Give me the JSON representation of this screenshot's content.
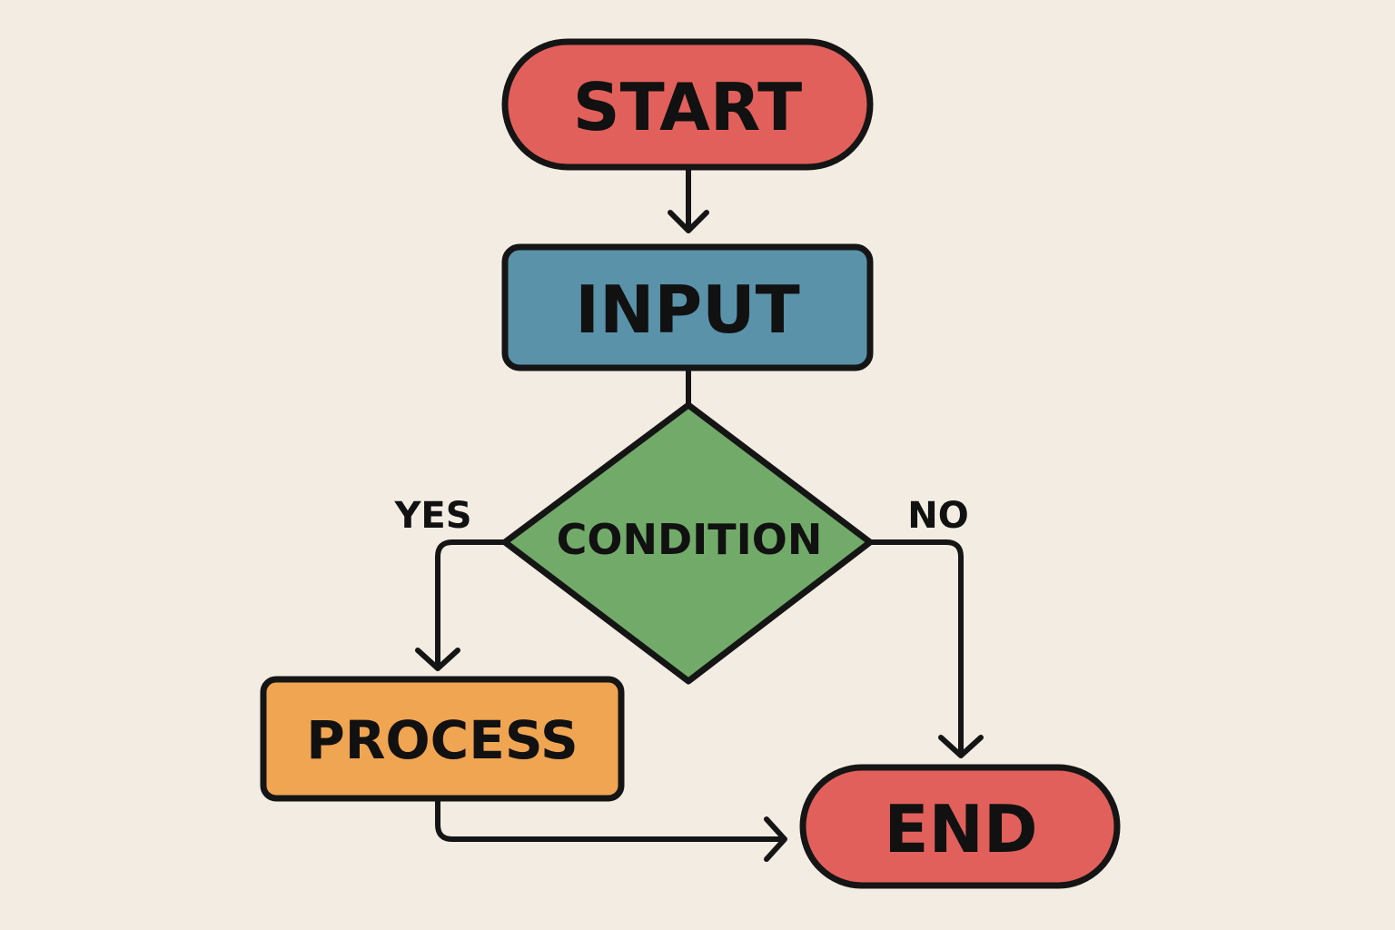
{
  "nodes": {
    "start": {
      "label": "START",
      "shape": "terminator",
      "color": "#e2605b"
    },
    "input": {
      "label": "INPUT",
      "shape": "process",
      "color": "#5a92aa"
    },
    "condition": {
      "label": "CONDITION",
      "shape": "decision",
      "color": "#72aa6a"
    },
    "process": {
      "label": "PROCESS",
      "shape": "process",
      "color": "#f0a552"
    },
    "end": {
      "label": "END",
      "shape": "terminator",
      "color": "#e2605b"
    }
  },
  "branches": {
    "yes": "YES",
    "no": "NO"
  },
  "edges": [
    {
      "from": "start",
      "to": "input"
    },
    {
      "from": "input",
      "to": "condition"
    },
    {
      "from": "condition",
      "to": "process",
      "label": "YES"
    },
    {
      "from": "condition",
      "to": "end",
      "label": "NO"
    },
    {
      "from": "process",
      "to": "end"
    }
  ],
  "colors": {
    "background": "#f2ece3",
    "outline": "#151515"
  }
}
